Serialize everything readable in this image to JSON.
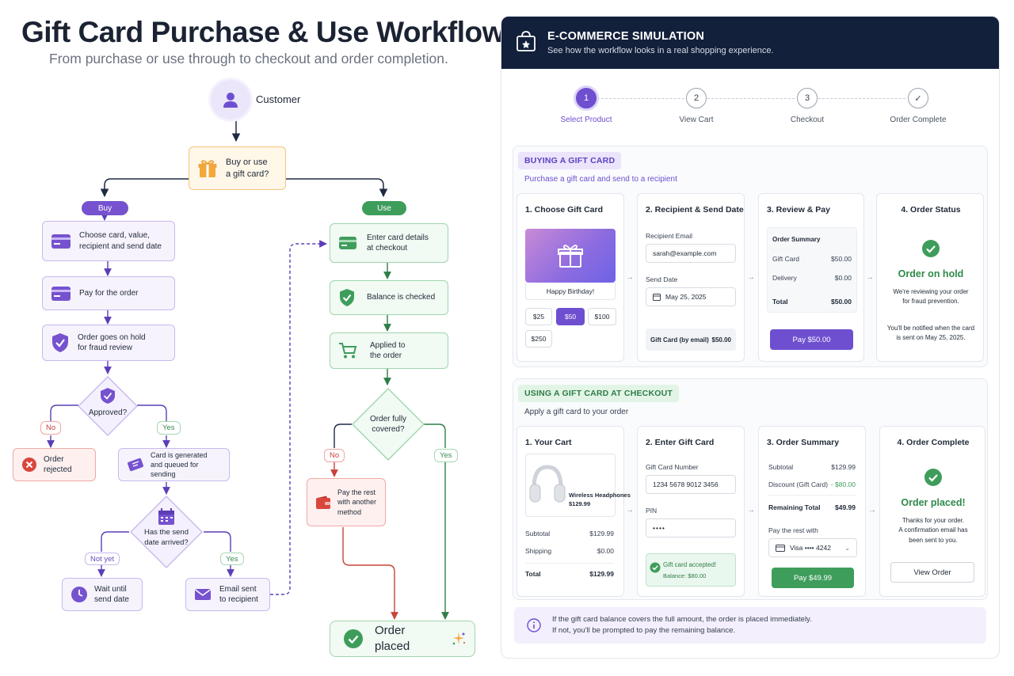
{
  "header": {
    "title": "Gift Card Purchase & Use Workflow",
    "subtitle": "From purchase or use through to checkout and order completion."
  },
  "flow": {
    "customer": "Customer",
    "decision_start": [
      "Buy or use",
      "a gift card?"
    ],
    "buy_label": "Buy",
    "use_label": "Use",
    "buy_steps": {
      "choose": [
        "Choose card, value,",
        "recipient and send date"
      ],
      "pay": "Pay for the order",
      "hold": [
        "Order goes on hold",
        "for fraud review"
      ],
      "approved": "Approved?",
      "no": "No",
      "yes": "Yes",
      "rejected": "Order rejected",
      "generated": [
        "Card is generated",
        "and queued for sending"
      ],
      "send_date": [
        "Has the send",
        "date arrived?"
      ],
      "not_yet": "Not yet",
      "yes2": "Yes",
      "wait": [
        "Wait until",
        "send date"
      ],
      "email": [
        "Email sent",
        "to recipient"
      ]
    },
    "use_steps": {
      "enter": [
        "Enter card details",
        "at checkout"
      ],
      "balance": "Balance is checked",
      "applied": [
        "Applied to",
        "the order"
      ],
      "covered": [
        "Order fully",
        "covered?"
      ],
      "no": "No",
      "yes": "Yes",
      "pay_rest": [
        "Pay the rest",
        "with another",
        "method"
      ],
      "placed": "Order placed"
    },
    "colors": {
      "purple": "#7652cf",
      "green": "#3f9d5c",
      "red": "#c9433a",
      "orange": "#f0a640",
      "navy": "#1f2a44"
    }
  },
  "sim": {
    "title": "E-COMMERCE SIMULATION",
    "subtitle": "See how the workflow looks in a real shopping experience.",
    "steps": [
      {
        "num": "1",
        "label": "Select Product"
      },
      {
        "num": "2",
        "label": "View Cart"
      },
      {
        "num": "3",
        "label": "Checkout"
      },
      {
        "num": "✓",
        "label": "Order Complete"
      }
    ],
    "buying": {
      "badge": "BUYING A GIFT CARD",
      "sub": "Purchase a gift card and send to a recipient",
      "card1": {
        "title": "1. Choose Gift Card",
        "card_text": "Happy Birthday!",
        "amounts": [
          "$25",
          "$50",
          "$100",
          "$250"
        ]
      },
      "card2": {
        "title": "2. Recipient & Send Date",
        "email_label": "Recipient Email",
        "email": "sarah@example.com",
        "date_label": "Send Date",
        "date": "May 25, 2025",
        "line_label": "Gift Card (by email)",
        "line_value": "$50.00"
      },
      "card3": {
        "title": "3. Review & Pay",
        "summary": "Order Summary",
        "rows": [
          {
            "k": "Gift Card",
            "v": "$50.00"
          },
          {
            "k": "Delivery",
            "v": "$0.00"
          }
        ],
        "total_label": "Total",
        "total": "$50.00",
        "pay": "Pay $50.00"
      },
      "card4": {
        "title": "4. Order Status",
        "status": "Order on hold",
        "msg1": [
          "We're reviewing your order",
          "for fraud prevention."
        ],
        "msg2": [
          "You'll be notified when the card",
          "is sent on May 25, 2025."
        ]
      }
    },
    "using": {
      "badge": "USING A GIFT CARD AT CHECKOUT",
      "sub": "Apply a gift card to your order",
      "card1": {
        "title": "1. Your Cart",
        "product": "Wireless Headphones",
        "price": "$129.99",
        "rows": [
          {
            "k": "Subtotal",
            "v": "$129.99"
          },
          {
            "k": "Shipping",
            "v": "$0.00"
          }
        ],
        "total_label": "Total",
        "total": "$129.99"
      },
      "card2": {
        "title": "2. Enter Gift Card",
        "num_label": "Gift Card Number",
        "num": "1234 5678 9012 3456",
        "pin_label": "PIN",
        "pin": "••••",
        "accepted": "Gift card accepted!",
        "balance": "Balance: $80.00"
      },
      "card3": {
        "title": "3. Order Summary",
        "subtotal_label": "Subtotal",
        "subtotal": "$129.99",
        "discount_label": "Discount (Gift Card)",
        "discount": "- $80.00",
        "remaining_label": "Remaining Total",
        "remaining": "$49.99",
        "pay_rest_label": "Pay the rest with",
        "method": "Visa •••• 4242",
        "pay": "Pay $49.99"
      },
      "card4": {
        "title": "4. Order Complete",
        "status": "Order placed!",
        "msg": [
          "Thanks for your order.",
          "A confirmation email has",
          "been sent to you."
        ],
        "view": "View Order"
      }
    },
    "info": [
      "If the gift card balance covers the full amount, the order is placed immediately.",
      "If not, you'll be prompted to pay the remaining balance."
    ]
  }
}
